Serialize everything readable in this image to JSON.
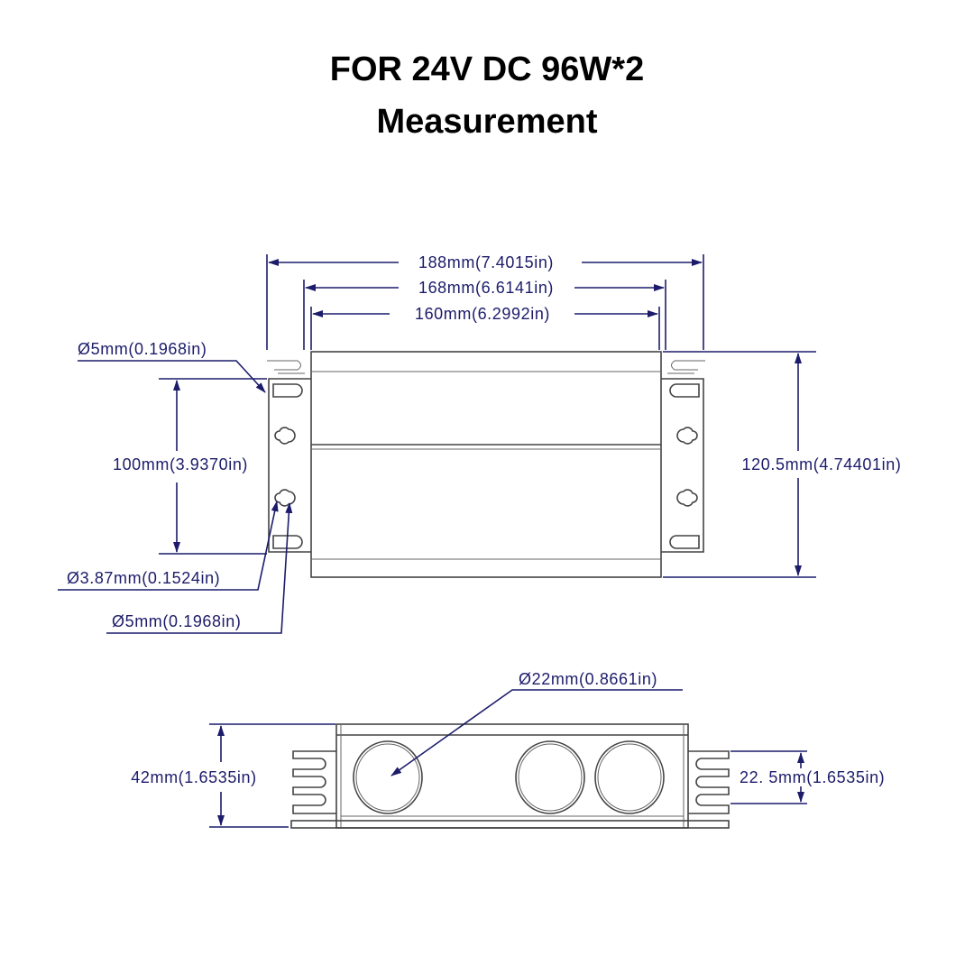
{
  "title": {
    "line1": "FOR 24V DC 96W*2",
    "line2": "Measurement"
  },
  "top_view": {
    "width_overall": "188mm(7.4015in)",
    "width_mounting": "168mm(6.6141in)",
    "width_body": "160mm(6.2992in)",
    "height_overall": "120.5mm(4.74401in)",
    "height_mounting": "100mm(3.9370in)",
    "hole_slot_top": "Ø5mm(0.1968in)",
    "hole_small": "Ø3.87mm(0.1524in)",
    "hole_large": "Ø5mm(0.1968in)"
  },
  "side_view": {
    "knockout": "Ø22mm(0.8661in)",
    "height": "42mm(1.6535in)",
    "tab_height": "22. 5mm(1.6535in)"
  },
  "colors": {
    "dimension": "#1c1c6b",
    "outline": "#444444"
  }
}
